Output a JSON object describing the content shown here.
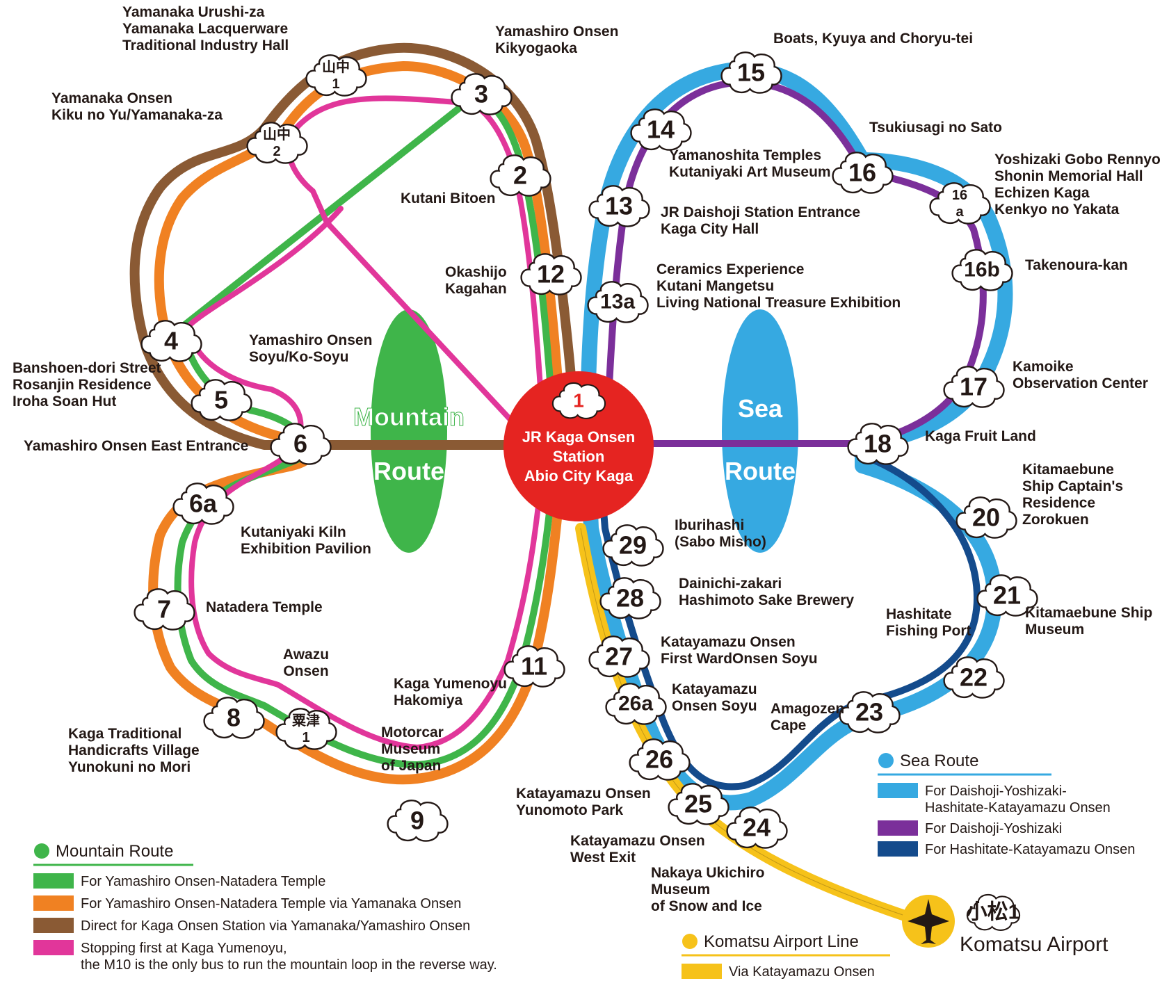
{
  "colors": {
    "green": "#3fb54a",
    "orange": "#f08122",
    "brown": "#8a5a34",
    "magenta": "#e1369a",
    "light_blue": "#36a9e1",
    "purple": "#7b2f9a",
    "navy": "#144b8c",
    "yellow": "#f6c21a",
    "red": "#e52421"
  },
  "center": {
    "number": "1",
    "line1": "JR Kaga Onsen",
    "line2": "Station",
    "line3": "Abio City Kaga"
  },
  "route_titles": {
    "mountain1": "Mountain",
    "mountain2": "Route",
    "sea1": "Sea",
    "sea2": "Route"
  },
  "stops": [
    {
      "id": "s2",
      "num": "2",
      "lines": [
        "Kutani Bitoen"
      ]
    },
    {
      "id": "s3",
      "num": "3",
      "lines": [
        "Yamashiro Onsen",
        "Kikyogaoka"
      ]
    },
    {
      "id": "y1",
      "num": "山中\n1",
      "lines": [
        "Yamanaka Urushi-za",
        "Yamanaka Lacquerware",
        "Traditional Industry Hall"
      ]
    },
    {
      "id": "y2",
      "num": "山中\n2",
      "lines": [
        "Yamanaka Onsen",
        "Kiku no Yu/Yamanaka-za"
      ]
    },
    {
      "id": "s4",
      "num": "4",
      "lines": []
    },
    {
      "id": "s5",
      "num": "5",
      "lines": [
        "Banshoen-dori Street",
        "Rosanjin Residence",
        "Iroha Soan Hut"
      ]
    },
    {
      "id": "s5b",
      "num": "",
      "lines": [
        "Yamashiro Onsen",
        "Soyu/Ko-Soyu"
      ]
    },
    {
      "id": "s6",
      "num": "6",
      "lines": [
        "Yamashiro Onsen East Entrance"
      ]
    },
    {
      "id": "s6a",
      "num": "6a",
      "lines": [
        "Kutaniyaki Kiln",
        "Exhibition Pavilion"
      ]
    },
    {
      "id": "s7",
      "num": "7",
      "lines": [
        "Natadera Temple"
      ]
    },
    {
      "id": "s8",
      "num": "8",
      "lines": [
        "Kaga Traditional",
        "Handicrafts Village",
        "Yunokuni no Mori"
      ]
    },
    {
      "id": "a1",
      "num": "粟津\n1",
      "lines": [
        "Awazu",
        "Onsen"
      ]
    },
    {
      "id": "s9",
      "num": "9",
      "lines": [
        "Motorcar",
        "Museum",
        "of Japan"
      ]
    },
    {
      "id": "s11",
      "num": "11",
      "lines": [
        "Kaga Yumenoyu",
        "Hakomiya"
      ]
    },
    {
      "id": "s12",
      "num": "12",
      "lines": [
        "Okashijo",
        "Kagahan"
      ]
    },
    {
      "id": "s13",
      "num": "13",
      "lines": [
        "JR Daishoji Station Entrance",
        "Kaga City Hall"
      ]
    },
    {
      "id": "s13a",
      "num": "13a",
      "lines": [
        "Ceramics Experience",
        "Kutani Mangetsu",
        "Living National Treasure Exhibition"
      ]
    },
    {
      "id": "s14",
      "num": "14",
      "lines": [
        "Yamanoshita Temples",
        "Kutaniyaki Art Museum"
      ]
    },
    {
      "id": "s15",
      "num": "15",
      "lines": [
        "Boats, Kyuya and Choryu-tei"
      ]
    },
    {
      "id": "s16",
      "num": "16",
      "lines": [
        "Tsukiusagi no Sato"
      ]
    },
    {
      "id": "s16a",
      "num": "16\na",
      "lines": [
        "Yoshizaki Gobo Rennyo",
        "Shonin Memorial Hall",
        "Echizen Kaga",
        "Kenkyo no Yakata"
      ]
    },
    {
      "id": "s16b",
      "num": "16b",
      "lines": [
        "Takenoura-kan"
      ]
    },
    {
      "id": "s17",
      "num": "17",
      "lines": [
        "Kamoike",
        "Observation Center"
      ]
    },
    {
      "id": "s18",
      "num": "18",
      "lines": [
        "Kaga Fruit Land"
      ]
    },
    {
      "id": "s20",
      "num": "20",
      "lines": [
        "Kitamaebune",
        "Ship Captain's",
        "Residence",
        "Zorokuen"
      ]
    },
    {
      "id": "s21",
      "num": "21",
      "lines": [
        "Kitamaebune Ship",
        "Museum"
      ]
    },
    {
      "id": "s22",
      "num": "22",
      "lines": [
        "Hashitate",
        "Fishing Port"
      ]
    },
    {
      "id": "s23",
      "num": "23",
      "lines": [
        "Amagozen",
        "Cape"
      ]
    },
    {
      "id": "s24",
      "num": "24",
      "lines": [
        "Nakaya Ukichiro",
        "Museum",
        "of Snow and Ice"
      ]
    },
    {
      "id": "s25",
      "num": "25",
      "lines": [
        "Katayamazu Onsen",
        "West Exit"
      ]
    },
    {
      "id": "s26",
      "num": "26",
      "lines": [
        "Katayamazu Onsen",
        "Yunomoto Park"
      ]
    },
    {
      "id": "s26a",
      "num": "26a",
      "lines": [
        "Katayamazu",
        "Onsen Soyu"
      ]
    },
    {
      "id": "s27",
      "num": "27",
      "lines": [
        "Katayamazu Onsen",
        "First WardOnsen Soyu"
      ]
    },
    {
      "id": "s28",
      "num": "28",
      "lines": [
        "Dainichi-zakari",
        "Hashimoto Sake Brewery"
      ]
    },
    {
      "id": "s29",
      "num": "29",
      "lines": [
        "Iburihashi",
        "(Sabo Misho)"
      ]
    },
    {
      "id": "komatsu",
      "num": "小松1",
      "lines": [
        "Komatsu Airport"
      ]
    }
  ],
  "legend_mountain": {
    "title": "Mountain Route",
    "items": [
      {
        "color": "#3fb54a",
        "text": "For Yamashiro Onsen-Natadera Temple"
      },
      {
        "color": "#f08122",
        "text": "For Yamashiro Onsen-Natadera Temple via Yamanaka Onsen"
      },
      {
        "color": "#8a5a34",
        "text": "Direct for Kaga Onsen Station via Yamanaka/Yamashiro Onsen"
      },
      {
        "color": "#e1369a",
        "text": "Stopping first at Kaga Yumenoyu,",
        "text2": "the M10 is the only bus to run the mountain loop in the reverse way."
      }
    ]
  },
  "legend_sea": {
    "title": "Sea Route",
    "items": [
      {
        "color": "#36a9e1",
        "text": "For Daishoji-Yoshizaki-",
        "text2": "Hashitate-Katayamazu Onsen"
      },
      {
        "color": "#7b2f9a",
        "text": "For Daishoji-Yoshizaki"
      },
      {
        "color": "#144b8c",
        "text": "For Hashitate-Katayamazu Onsen"
      }
    ]
  },
  "legend_airport": {
    "title": "Komatsu Airport Line",
    "items": [
      {
        "color": "#f6c21a",
        "text": "Via Katayamazu Onsen"
      }
    ]
  }
}
